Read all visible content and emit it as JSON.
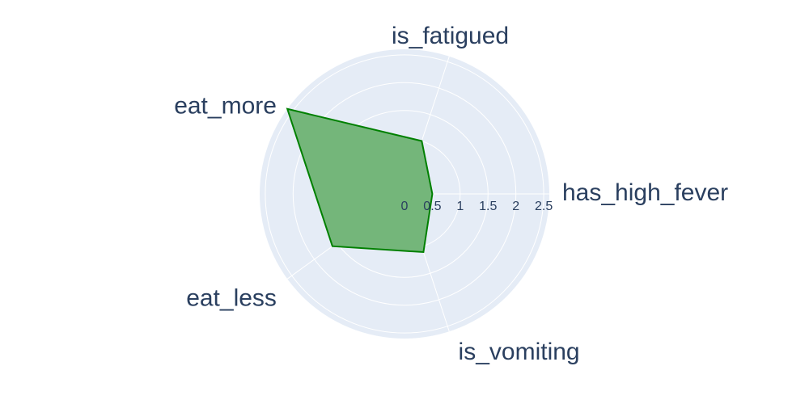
{
  "chart_data": {
    "type": "radar",
    "categories": [
      "has_high_fever",
      "is_fatigued",
      "eat_more",
      "eat_less",
      "is_vomiting"
    ],
    "series": [
      {
        "values": [
          0.5,
          1.0,
          2.6,
          1.6,
          1.1
        ]
      }
    ],
    "radial_range": [
      0,
      2.6
    ],
    "radial_ticks": [
      "0",
      "0.5",
      "1",
      "1.5",
      "2",
      "2.5"
    ],
    "grid": true,
    "colors": {
      "polar_background": "#e5ecf6",
      "grid": "#ffffff",
      "fill": "#74b67a",
      "line": "#008000",
      "text": "#2a3f5f"
    }
  }
}
